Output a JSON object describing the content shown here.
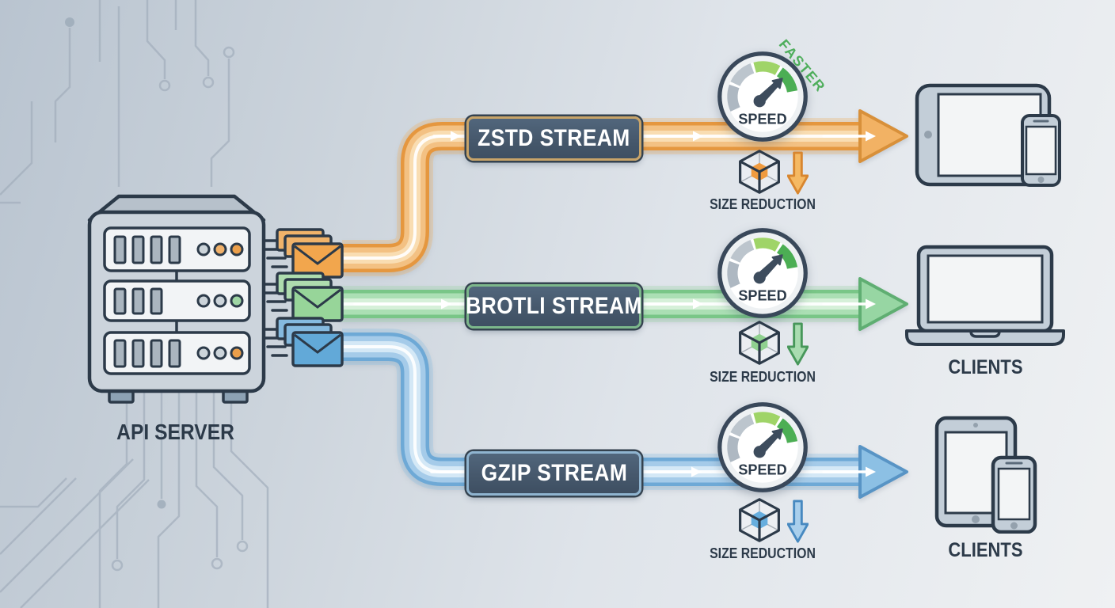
{
  "server": {
    "icon": "server-rack-icon",
    "label": "API SERVER"
  },
  "streams": [
    {
      "id": "zstd",
      "label": "ZSTD STREAM",
      "color": "#e8973f",
      "envelope_icon": "envelope-stack-icon",
      "gauge": {
        "icon": "speedometer-icon",
        "label": "SPEED",
        "badge": "FASTER"
      },
      "size_reduction": {
        "cube_icon": "compressed-cube-icon",
        "arrow_icon": "down-arrow-icon",
        "label": "SIZE REDUCTION"
      }
    },
    {
      "id": "brotli",
      "label": "BROTLI STREAM",
      "color": "#6fbf7d",
      "envelope_icon": "envelope-stack-icon",
      "gauge": {
        "icon": "speedometer-icon",
        "label": "SPEED"
      },
      "size_reduction": {
        "cube_icon": "compressed-cube-icon",
        "arrow_icon": "down-arrow-icon",
        "label": "SIZE REDUCTION"
      }
    },
    {
      "id": "gzip",
      "label": "GZIP STREAM",
      "color": "#5f9fd0",
      "envelope_icon": "envelope-stack-icon",
      "gauge": {
        "icon": "speedometer-icon",
        "label": "SPEED"
      },
      "size_reduction": {
        "cube_icon": "compressed-cube-icon",
        "arrow_icon": "down-arrow-icon",
        "label": "SIZE REDUCTION"
      }
    }
  ],
  "clients": [
    {
      "id": "clients-top",
      "icon": "tablet-phone-icon"
    },
    {
      "id": "clients-middle",
      "icon": "laptop-icon",
      "label": "CLIENTS"
    },
    {
      "id": "clients-bottom",
      "icon": "tablet-phone-icon",
      "label": "CLIENTS"
    }
  ],
  "colors": {
    "background_left": "#b9c4d0",
    "background_right": "#eff1f3",
    "outline": "#2c3a49",
    "label_box": "#46586c",
    "gauge_green": "#4cae54",
    "gauge_gray": "#b3bcc5",
    "faster_green": "#4fae5c",
    "circuit_trace": "#a2aebc"
  }
}
